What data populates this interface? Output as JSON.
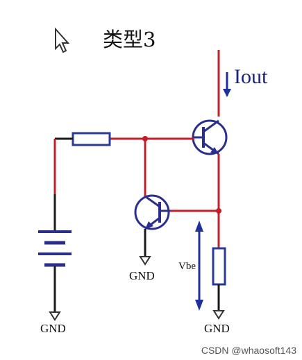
{
  "title": "类型3",
  "labels": {
    "current": "Iout",
    "vbe": "Vbe",
    "gnd_left": "GND",
    "gnd_middle": "GND",
    "gnd_right": "GND"
  },
  "watermark": "CSDN @whaosoft143",
  "colors": {
    "wire_red": "#c0202a",
    "wire_black": "#1a1a1a",
    "arrow_blue": "#1f2f9c",
    "transistor_blue": "#2a2f8c",
    "resistor_blue": "#2a3a9a"
  }
}
